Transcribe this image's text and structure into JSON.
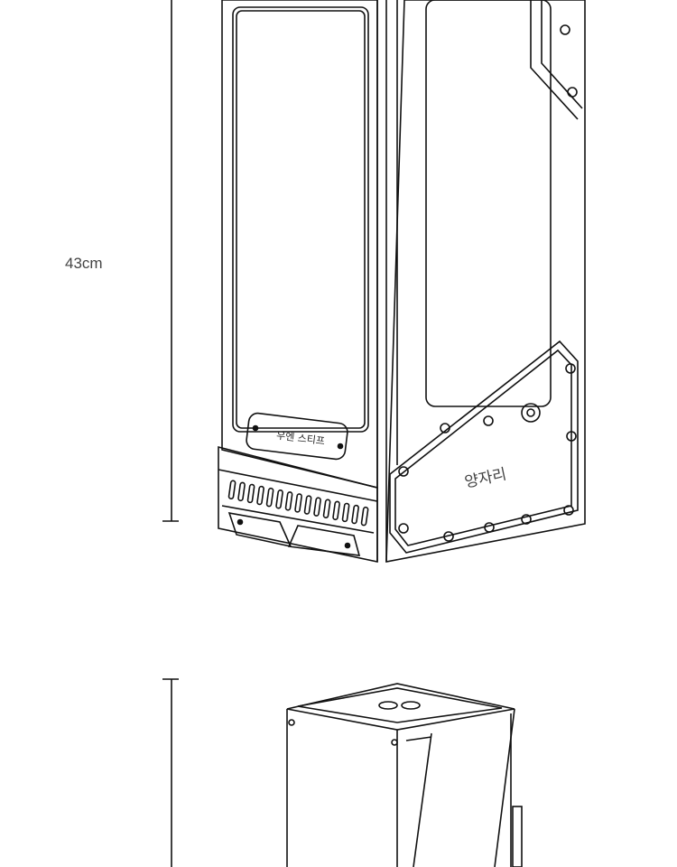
{
  "dimension": {
    "height_label": "43cm"
  },
  "case_front": {
    "nameplate_text": "우엔 스티프"
  },
  "case_side": {
    "label_text": "양자리"
  }
}
